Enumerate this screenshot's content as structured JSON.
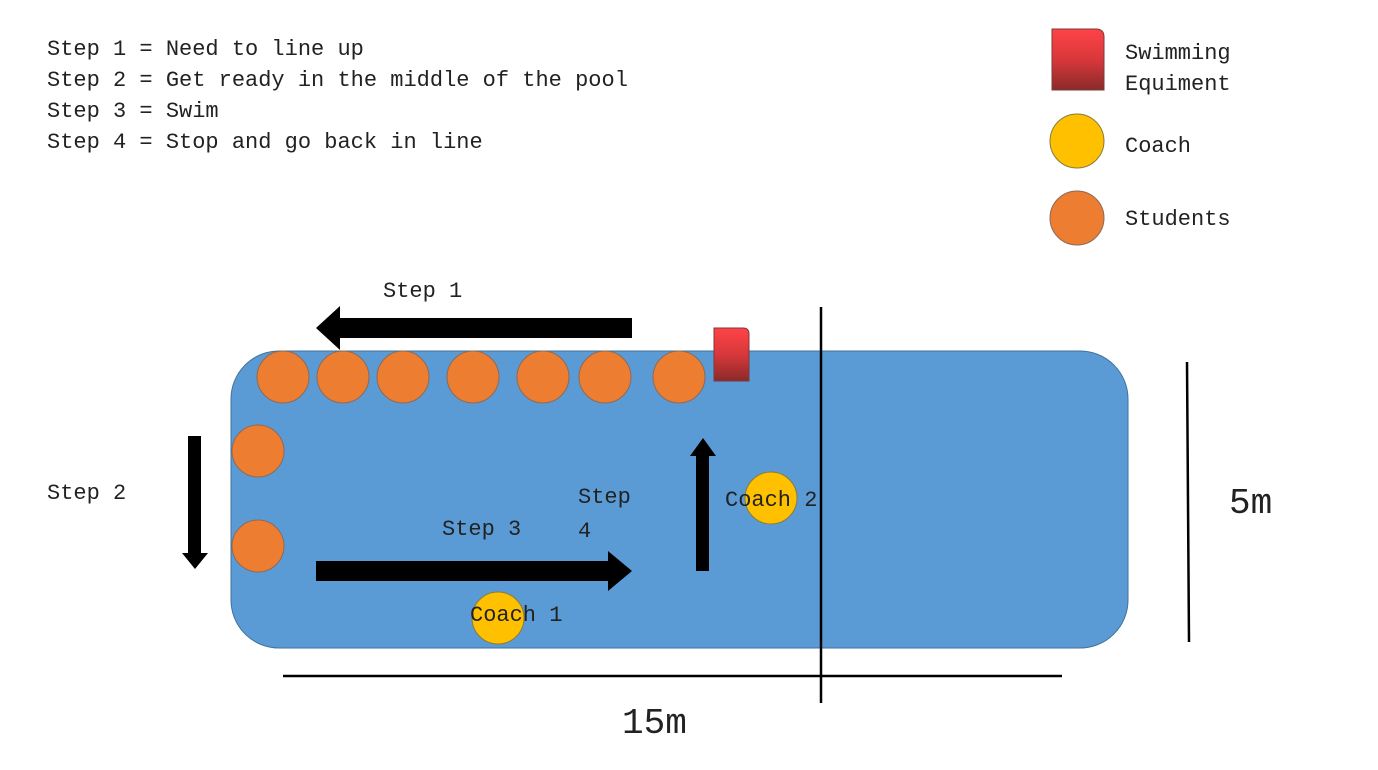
{
  "steps": [
    "Step 1 = Need to line up",
    "Step 2 = Get ready in the middle of the pool",
    "Step 3 = Swim",
    "Step 4 = Stop and go back in line"
  ],
  "legend": {
    "equipment_line1": "Swimming",
    "equipment_line2": "Equiment",
    "coach": "Coach",
    "students": "Students"
  },
  "labels": {
    "step1": "Step 1",
    "step2": "Step 2",
    "step3": "Step 3",
    "step4_line1": "Step",
    "step4_line2": "4",
    "coach1": "Coach 1",
    "coach2": "Coach 2"
  },
  "dimensions": {
    "length": "15m",
    "width": "5m"
  },
  "colors": {
    "pool": "#5B9BD5",
    "student": "#ED7D31",
    "coach": "#FFC000",
    "equipment_top": "#FF4347",
    "equipment_bottom": "#8A2A2A"
  }
}
